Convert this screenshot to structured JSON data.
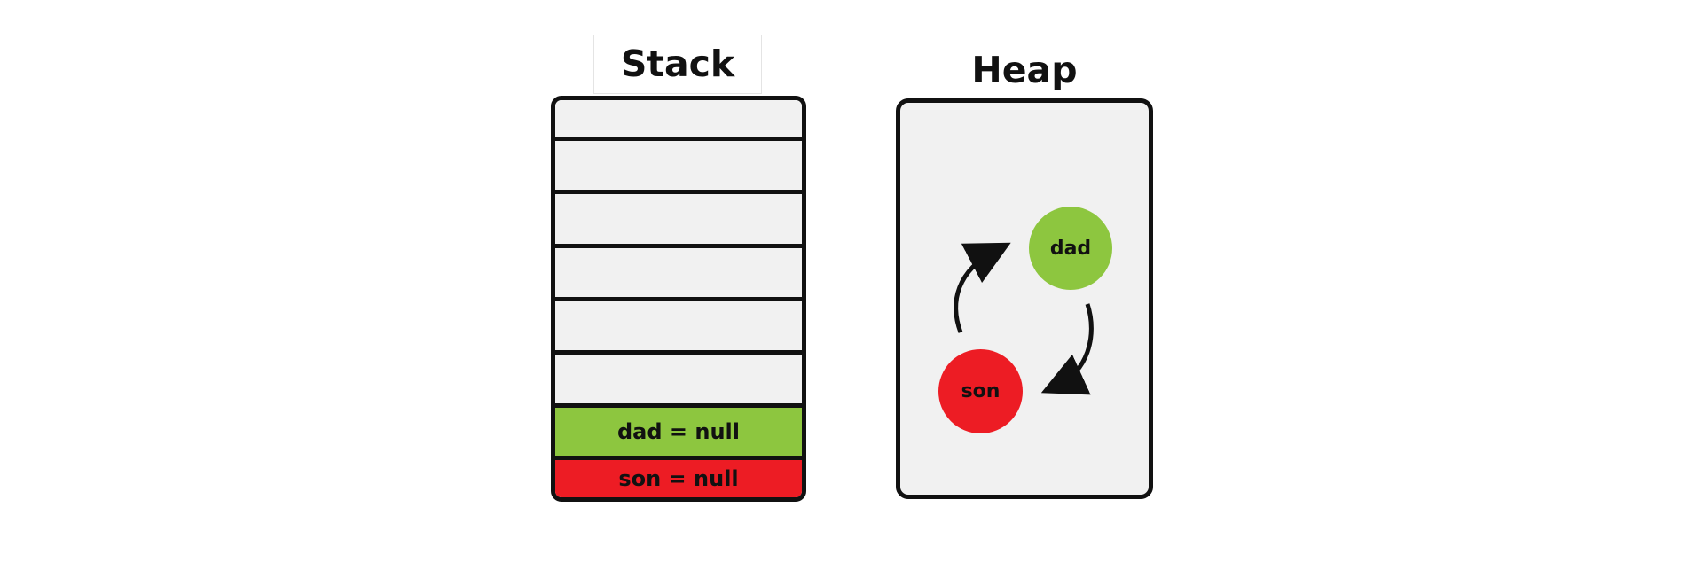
{
  "stack": {
    "title": "Stack",
    "slots": [
      {
        "label": ""
      },
      {
        "label": ""
      },
      {
        "label": ""
      },
      {
        "label": ""
      },
      {
        "label": ""
      },
      {
        "label": ""
      },
      {
        "label": "dad = null",
        "color": "#8dc63f"
      },
      {
        "label": "son = null",
        "color": "#ed1c24"
      }
    ]
  },
  "heap": {
    "title": "Heap",
    "objects": [
      {
        "label": "dad",
        "color": "#8dc63f"
      },
      {
        "label": "son",
        "color": "#ed1c24"
      }
    ],
    "references": [
      {
        "from": "son",
        "to": "dad",
        "icon": "curved-arrow-icon"
      },
      {
        "from": "dad",
        "to": "son",
        "icon": "curved-arrow-icon"
      }
    ]
  },
  "colors": {
    "outline": "#111111",
    "panel_fill": "#f1f1f1",
    "dad": "#8dc63f",
    "son": "#ed1c24"
  }
}
